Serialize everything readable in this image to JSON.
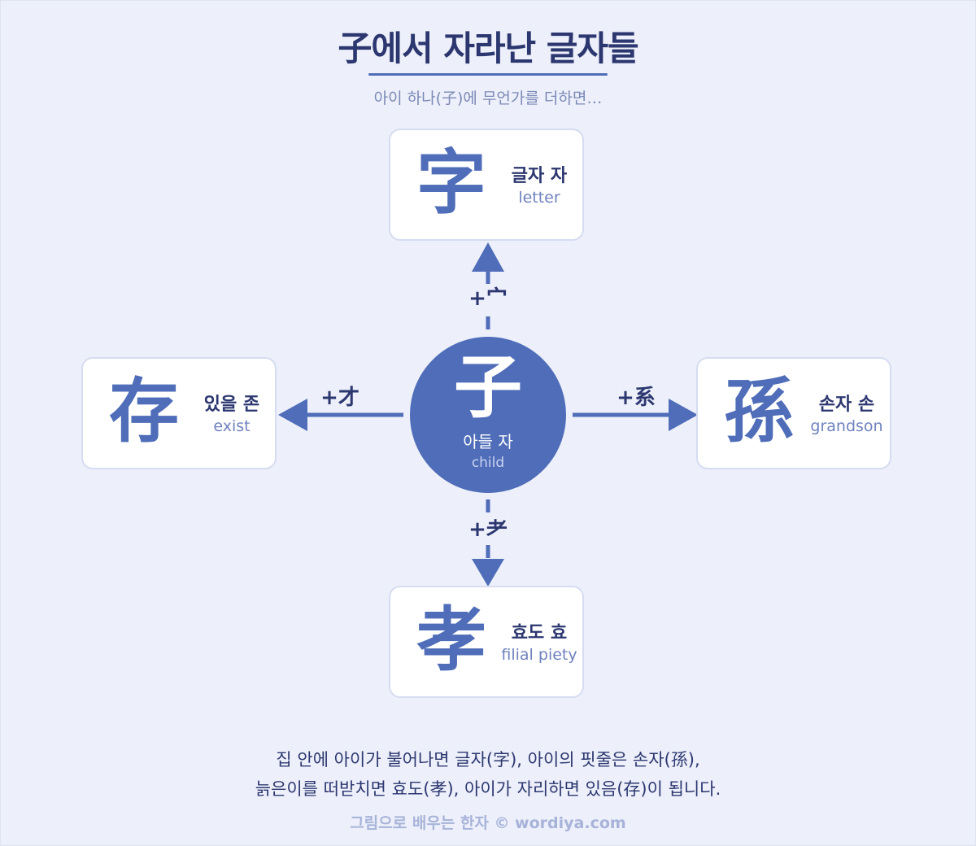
{
  "title": "子에서 자라난 글자들",
  "subtitle": "아이 하나(子)에 무언가를 더하면…",
  "center": {
    "char": "子",
    "korean": "아들 자",
    "english": "child"
  },
  "nodes": {
    "top": {
      "char": "字",
      "korean": "글자 자",
      "english": "letter",
      "addition": "+宀"
    },
    "right": {
      "char": "孫",
      "korean": "손자 손",
      "english": "grandson",
      "addition": "+系"
    },
    "bottom": {
      "char": "孝",
      "korean": "효도 효",
      "english": "filial piety",
      "addition": "+耂"
    },
    "left": {
      "char": "存",
      "korean": "있을 존",
      "english": "exist",
      "addition": "+才"
    }
  },
  "caption": {
    "line1": "집 안에 아이가 불어나면 글자(字), 아이의 핏줄은 손자(孫),",
    "line2": "늙은이를 떠받치면 효도(孝), 아이가 자리하면 있음(存)이 됩니다."
  },
  "footer": "그림으로 배우는 한자 © wordiya.com",
  "colors": {
    "accent": "#4f6db8",
    "text": "#2c3770",
    "background": "#edf0fa"
  }
}
